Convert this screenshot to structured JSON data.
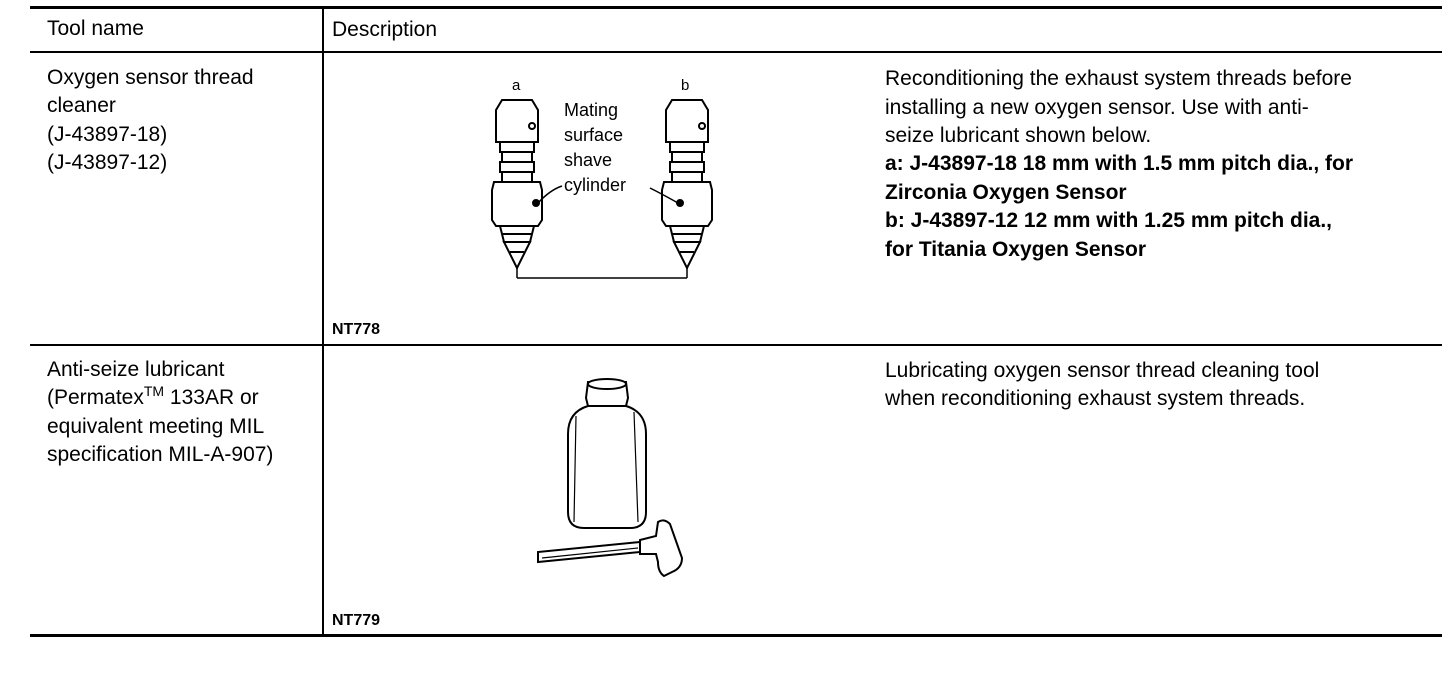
{
  "header": {
    "col1": "Tool name",
    "col2": "Description"
  },
  "rows": [
    {
      "tool_lines": [
        "Oxygen sensor thread",
        "cleaner",
        "(J-43897-18)",
        "(J-43897-12)"
      ],
      "figure_labels": {
        "a": "a",
        "b": "b",
        "callout_lines": [
          "Mating",
          "surface",
          "shave",
          "cylinder"
        ]
      },
      "figure_id": "NT778",
      "description_lines": [
        "Reconditioning the exhaust system threads before",
        "installing a new oxygen sensor. Use with anti-",
        "seize lubricant shown below."
      ],
      "description_bold_lines": [
        "a: J-43897-18 18 mm with 1.5 mm pitch dia., for",
        "Zirconia Oxygen Sensor",
        "b: J-43897-12 12 mm with 1.25 mm pitch dia.,",
        "for Titania Oxygen Sensor"
      ]
    },
    {
      "tool_line1": "Anti-seize lubricant",
      "tool_line2_pre": "(Permatex",
      "tool_line2_sup": "TM",
      "tool_line2_post": " 133AR or",
      "tool_line3": "equivalent meeting MIL",
      "tool_line4": "specification MIL-A-907)",
      "figure_id": "NT779",
      "description_lines": [
        "Lubricating oxygen sensor thread cleaning tool",
        "when reconditioning exhaust system threads."
      ]
    }
  ]
}
